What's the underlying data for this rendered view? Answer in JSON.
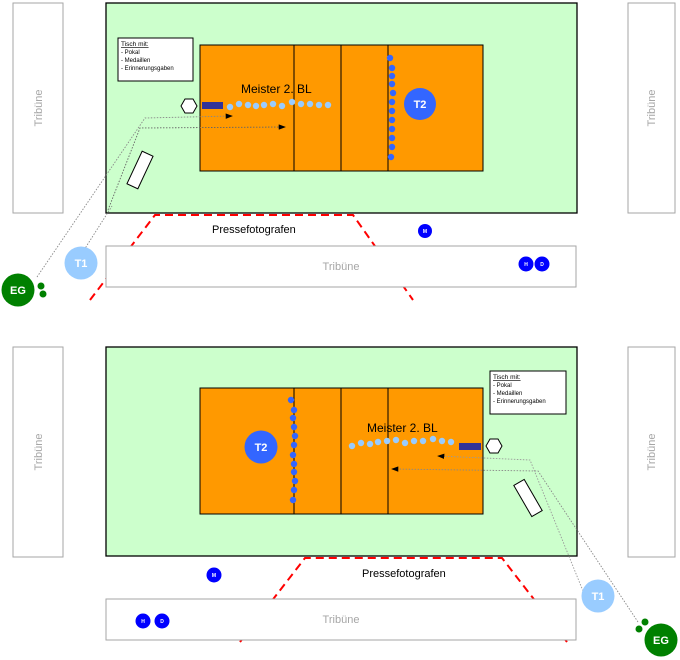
{
  "colors": {
    "field": "#ccffcc",
    "court": "#ff9900",
    "team1_dot": "#99ccff",
    "team2_dot": "#3366ff",
    "official": "#0000ff",
    "eg": "#008000",
    "presse_line": "#ff0000",
    "bench": "#333399",
    "tribune_border": "#a6a6a6"
  },
  "diagrams": [
    {
      "tribune_left": "Tribüne",
      "tribune_right": "Tribüne",
      "tribune_bottom": "Tribüne",
      "court_label": "Meister 2. BL",
      "table": {
        "title": "Tisch mit:",
        "items": [
          "- Pokal",
          "- Medaillen",
          "- Erinnerungsgaben"
        ]
      },
      "press_label": "Pressefotografen",
      "team1_label": "T1",
      "team2_label": "T2",
      "eg_label": "EG",
      "officials": {
        "m": "M",
        "h": "H",
        "d": "D"
      }
    },
    {
      "tribune_left": "Tribüne",
      "tribune_right": "Tribüne",
      "tribune_bottom": "Tribüne",
      "court_label": "Meister 2. BL",
      "table": {
        "title": "Tisch mit:",
        "items": [
          "- Pokal",
          "- Medaillen",
          "- Erinnerungsgaben"
        ]
      },
      "press_label": "Pressefotografen",
      "team1_label": "T1",
      "team2_label": "T2",
      "eg_label": "EG",
      "officials": {
        "m": "M",
        "h": "H",
        "d": "D"
      }
    }
  ]
}
